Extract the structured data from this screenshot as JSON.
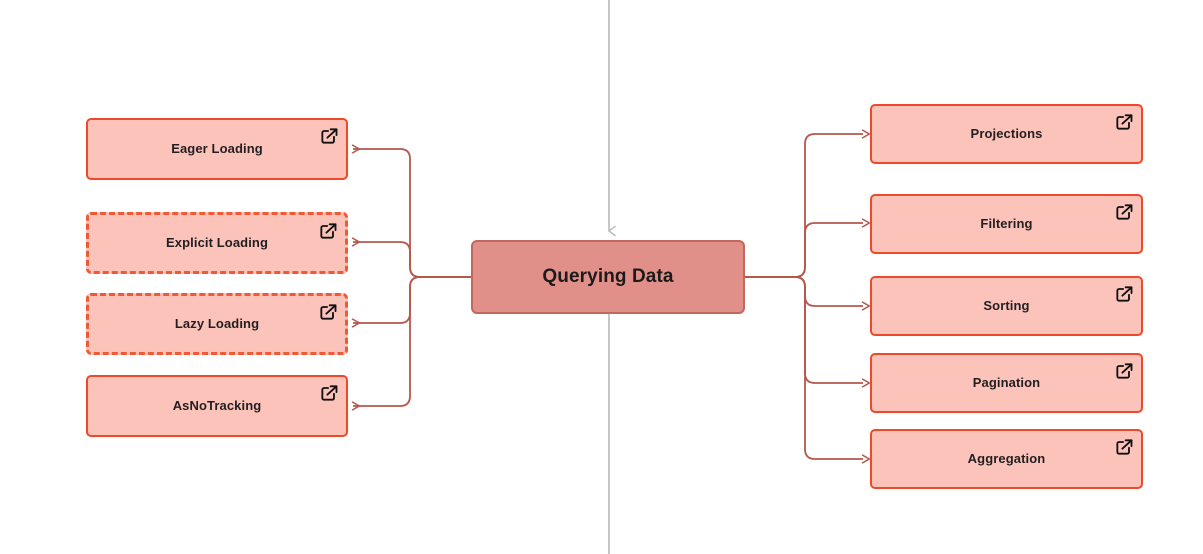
{
  "diagram": {
    "type": "mindmap",
    "title": "Querying Data",
    "center": {
      "label": "Querying Data",
      "fill": "#e09088",
      "border": "#c1685f"
    },
    "colors": {
      "node_fill": "#fcc3bb",
      "node_border": "#ec4a2a",
      "dashed_border": "#ee5a34",
      "edge": "#b5574c",
      "flow_line": "#c6c6c6",
      "text": "#231f20",
      "background": "#ffffff"
    },
    "left_branch": [
      {
        "label": "Eager Loading",
        "border_style": "solid",
        "has_external_link": true
      },
      {
        "label": "Explicit Loading",
        "border_style": "dashed",
        "has_external_link": true
      },
      {
        "label": "Lazy Loading",
        "border_style": "dashed",
        "has_external_link": true
      },
      {
        "label": "AsNoTracking",
        "border_style": "solid",
        "has_external_link": true
      }
    ],
    "right_branch": [
      {
        "label": "Projections",
        "border_style": "solid",
        "has_external_link": true
      },
      {
        "label": "Filtering",
        "border_style": "solid",
        "has_external_link": true
      },
      {
        "label": "Sorting",
        "border_style": "solid",
        "has_external_link": true
      },
      {
        "label": "Pagination",
        "border_style": "solid",
        "has_external_link": true
      },
      {
        "label": "Aggregation",
        "border_style": "solid",
        "has_external_link": true
      }
    ],
    "icons": {
      "external_link": "external-link-icon"
    }
  }
}
